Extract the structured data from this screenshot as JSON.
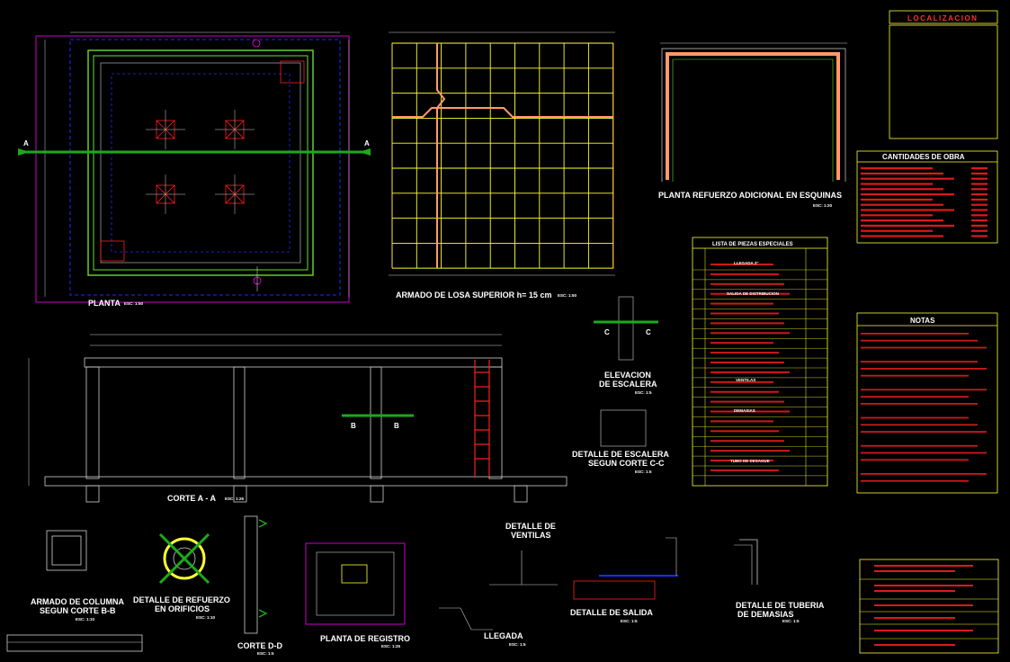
{
  "drawing": {
    "views": {
      "planta": {
        "title": "PLANTA",
        "scale": "ESC: 1:50",
        "axis_left": "A",
        "axis_right": "A"
      },
      "losa": {
        "title": "ARMADO DE LOSA SUPERIOR h= 15 cm",
        "scale": "ESC: 1:50"
      },
      "refuerzo_esquinas": {
        "title": "PLANTA REFUERZO ADICIONAL EN ESQUINAS",
        "scale": "ESC: 1:20"
      },
      "corte_aa": {
        "title": "CORTE A - A",
        "scale": "ESC: 1:25",
        "axis_b": "B"
      },
      "elevacion_escalera": {
        "title_line1": "ELEVACION",
        "title_line2": "DE ESCALERA",
        "scale": "ESC: 1:5",
        "axis_c": "C"
      },
      "detalle_escalera": {
        "title_line1": "DETALLE DE ESCALERA",
        "title_line2": "SEGUN CORTE C-C",
        "scale": "ESC: 1:5"
      },
      "columna": {
        "title_line1": "ARMADO DE COLUMNA",
        "title_line2": "SEGUN CORTE B-B",
        "scale": "ESC: 1:10"
      },
      "orificios": {
        "title_line1": "DETALLE DE REFUERZO",
        "title_line2": "EN ORIFICIOS",
        "scale": "ESC: 1:10"
      },
      "corte_dd": {
        "title": "CORTE D-D",
        "scale": "ESC: 1:5"
      },
      "registro": {
        "title": "PLANTA DE REGISTRO",
        "scale": "ESC: 1:25"
      },
      "ventilas": {
        "title_line1": "DETALLE DE",
        "title_line2": "VENTILAS"
      },
      "llegada": {
        "title": "LLEGADA",
        "scale": "ESC: 1:5"
      },
      "salida": {
        "title": "DETALLE DE SALIDA",
        "scale": "ESC: 1:5"
      },
      "demasias": {
        "title_line1": "DETALLE DE TUBERIA",
        "title_line2": "DE DEMASIAS",
        "scale": "ESC: 1:5"
      }
    },
    "localizacion": {
      "title": "LOCALIZACION"
    },
    "cantidades": {
      "title": "CANTIDADES DE OBRA"
    },
    "lista_piezas": {
      "title": "LISTA DE PIEZAS ESPECIALES",
      "section_1": "LLEGADA 2\"",
      "section_2": "SALIDA DE DISTRIBUCION",
      "section_3": "VENTILAS",
      "section_4": "DEMASIAS",
      "section_5": "TUBO DE DESAGUE"
    },
    "notas": {
      "title": "NOTAS"
    }
  }
}
